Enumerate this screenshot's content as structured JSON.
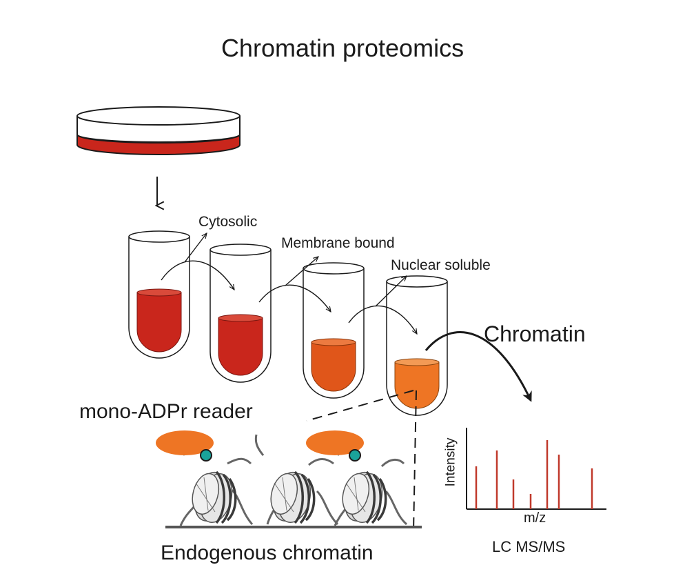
{
  "title": "Chromatin proteomics",
  "fractions": {
    "cytosolic": "Cytosolic",
    "membrane": "Membrane bound",
    "nuclear": "Nuclear soluble",
    "chromatin": "Chromatin"
  },
  "reader_label": "mono-ADPr reader",
  "chromatin_label": "Endogenous chromatin",
  "spectrum": {
    "ylabel": "Intensity",
    "xlabel": "m/z",
    "method": "LC MS/MS"
  },
  "chart_data": {
    "type": "bar",
    "xlabel": "m/z",
    "ylabel": "Intensity",
    "x": [
      1,
      2,
      3,
      4,
      5,
      6,
      7
    ],
    "values": [
      0.62,
      0.85,
      0.43,
      0.22,
      1.0,
      0.79,
      0.59
    ],
    "color": "#c0392b"
  },
  "colors": {
    "media": "#c9261c",
    "tube1": "#c9261c",
    "tube2": "#c9261c",
    "tube3": "#e0561a",
    "tube4": "#ee7524",
    "reader": "#ee7524",
    "adpr": "#1aa39a",
    "peak": "#c0392b"
  }
}
